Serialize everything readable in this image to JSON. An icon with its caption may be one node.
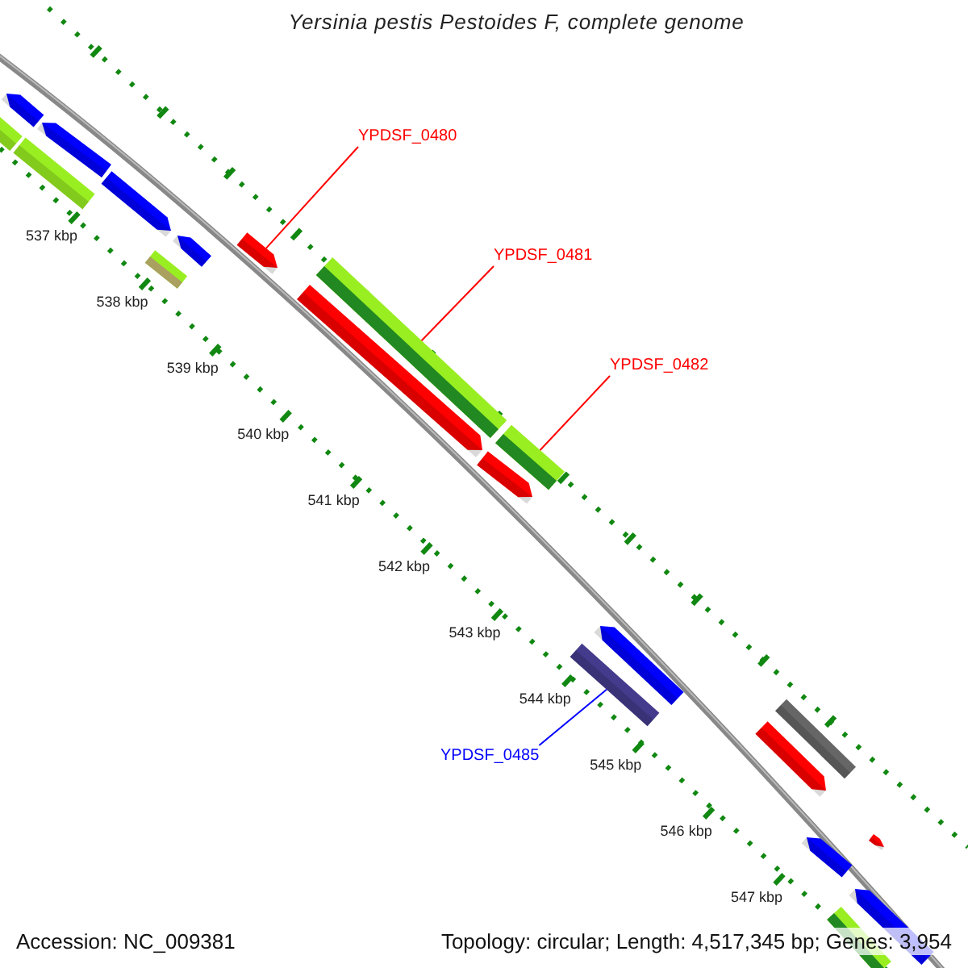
{
  "diagram": {
    "title": "Yersinia pestis Pestoides F, complete genome",
    "nodes": [
      {
        "text": [
          "YPDSF_0480"
        ]
      },
      {
        "text": [],
        "shape": "arrow"
      },
      {
        "text": [
          "YPDSF_0481"
        ]
      },
      {
        "text": [],
        "shape": "bar"
      },
      {
        "text": [
          "YPDSF_0482"
        ]
      },
      {
        "text": [],
        "shape": "bar"
      },
      {
        "text": [
          "YPDSF_0485"
        ]
      },
      {
        "text": [],
        "shape": "bar"
      },
      {
        "text": [],
        "shape": "arrow"
      },
      {
        "text": [],
        "shape": "bar"
      },
      {
        "text": [],
        "shape": "arrow"
      },
      {
        "text": [],
        "shape": "bar"
      },
      {
        "text": [],
        "shape": "arrow"
      },
      {
        "text": [],
        "shape": "arrow"
      },
      {
        "text": [],
        "shape": "bar"
      },
      {
        "text": [],
        "shape": "arrow"
      },
      {
        "text": [],
        "shape": "arrow"
      },
      {
        "text": [],
        "shape": "arrow"
      },
      {
        "text": [],
        "shape": "bar"
      },
      {
        "text": [],
        "shape": "arrow"
      },
      {
        "text": [],
        "shape": "arrow"
      },
      {
        "text": [],
        "shape": "arrow"
      },
      {
        "text": [],
        "shape": "arrow"
      },
      {
        "text": [],
        "shape": "bar"
      }
    ],
    "edges": [
      {
        "from": 0,
        "to": 1,
        "arrow": "none"
      },
      {
        "from": 2,
        "to": 3,
        "arrow": "none"
      },
      {
        "from": 4,
        "to": 5,
        "arrow": "none"
      },
      {
        "from": 6,
        "to": 7,
        "arrow": "none",
        "color": "#0000ff"
      }
    ],
    "labels": [
      "537 kbp",
      "538 kbp",
      "539 kbp",
      "540 kbp",
      "541 kbp",
      "542 kbp",
      "543 kbp",
      "544 kbp",
      "545 kbp",
      "546 kbp",
      "547 kbp",
      "Accession: NC_009381",
      "Topology: circular; Length: 4,517,345 bp; Genes: 3,954"
    ]
  }
}
